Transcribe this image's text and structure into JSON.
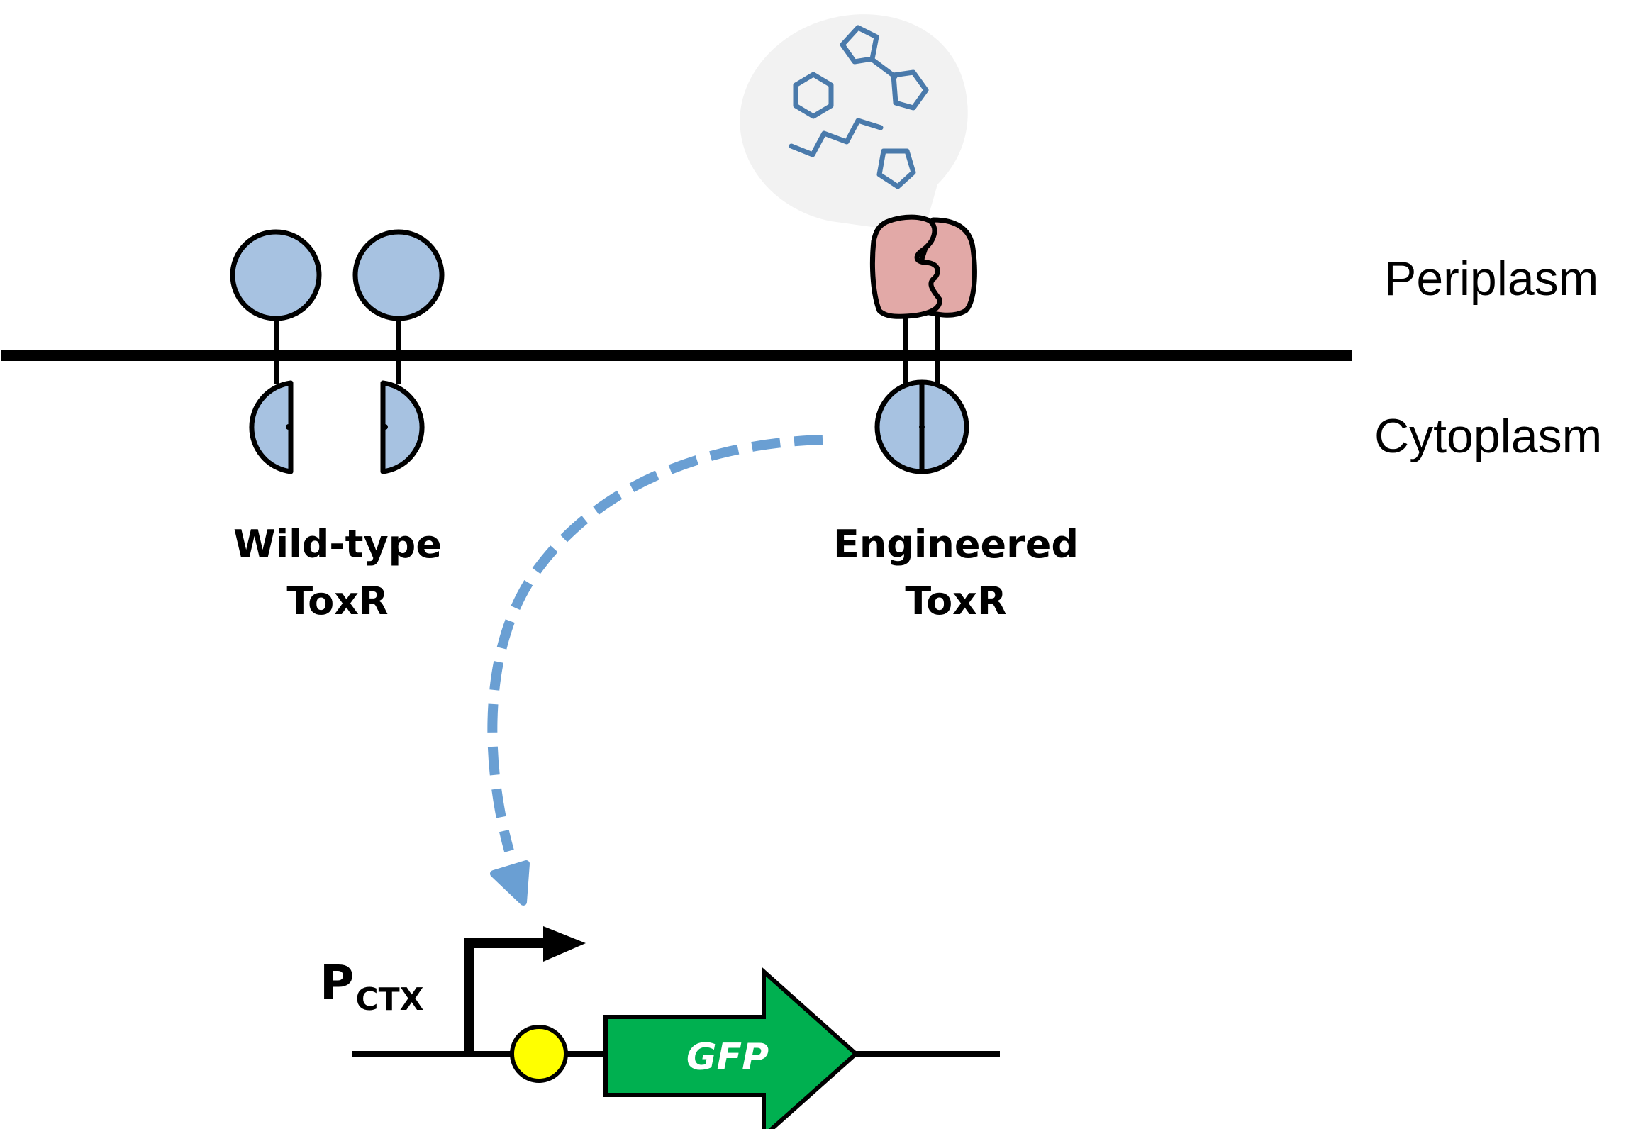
{
  "labels": {
    "periplasm": "Periplasm",
    "cytoplasm": "Cytoplasm",
    "wild_type_line1": "Wild-type",
    "wild_type_line2": "ToxR",
    "engineered_line1": "Engineered",
    "engineered_line2": "ToxR",
    "promoter_main": "P",
    "promoter_sub": "CTX",
    "gene": "GFP"
  },
  "colors": {
    "toxr_domain": "#a7c2e1",
    "sensor_domain": "#e2a9a7",
    "ligand": "#4a7aab",
    "ligand_bubble": "#f2f2f2",
    "signal_arrow": "#6a9fd3",
    "gene_fill": "#00b050",
    "operator_site": "#ffff00",
    "line": "#000000"
  }
}
